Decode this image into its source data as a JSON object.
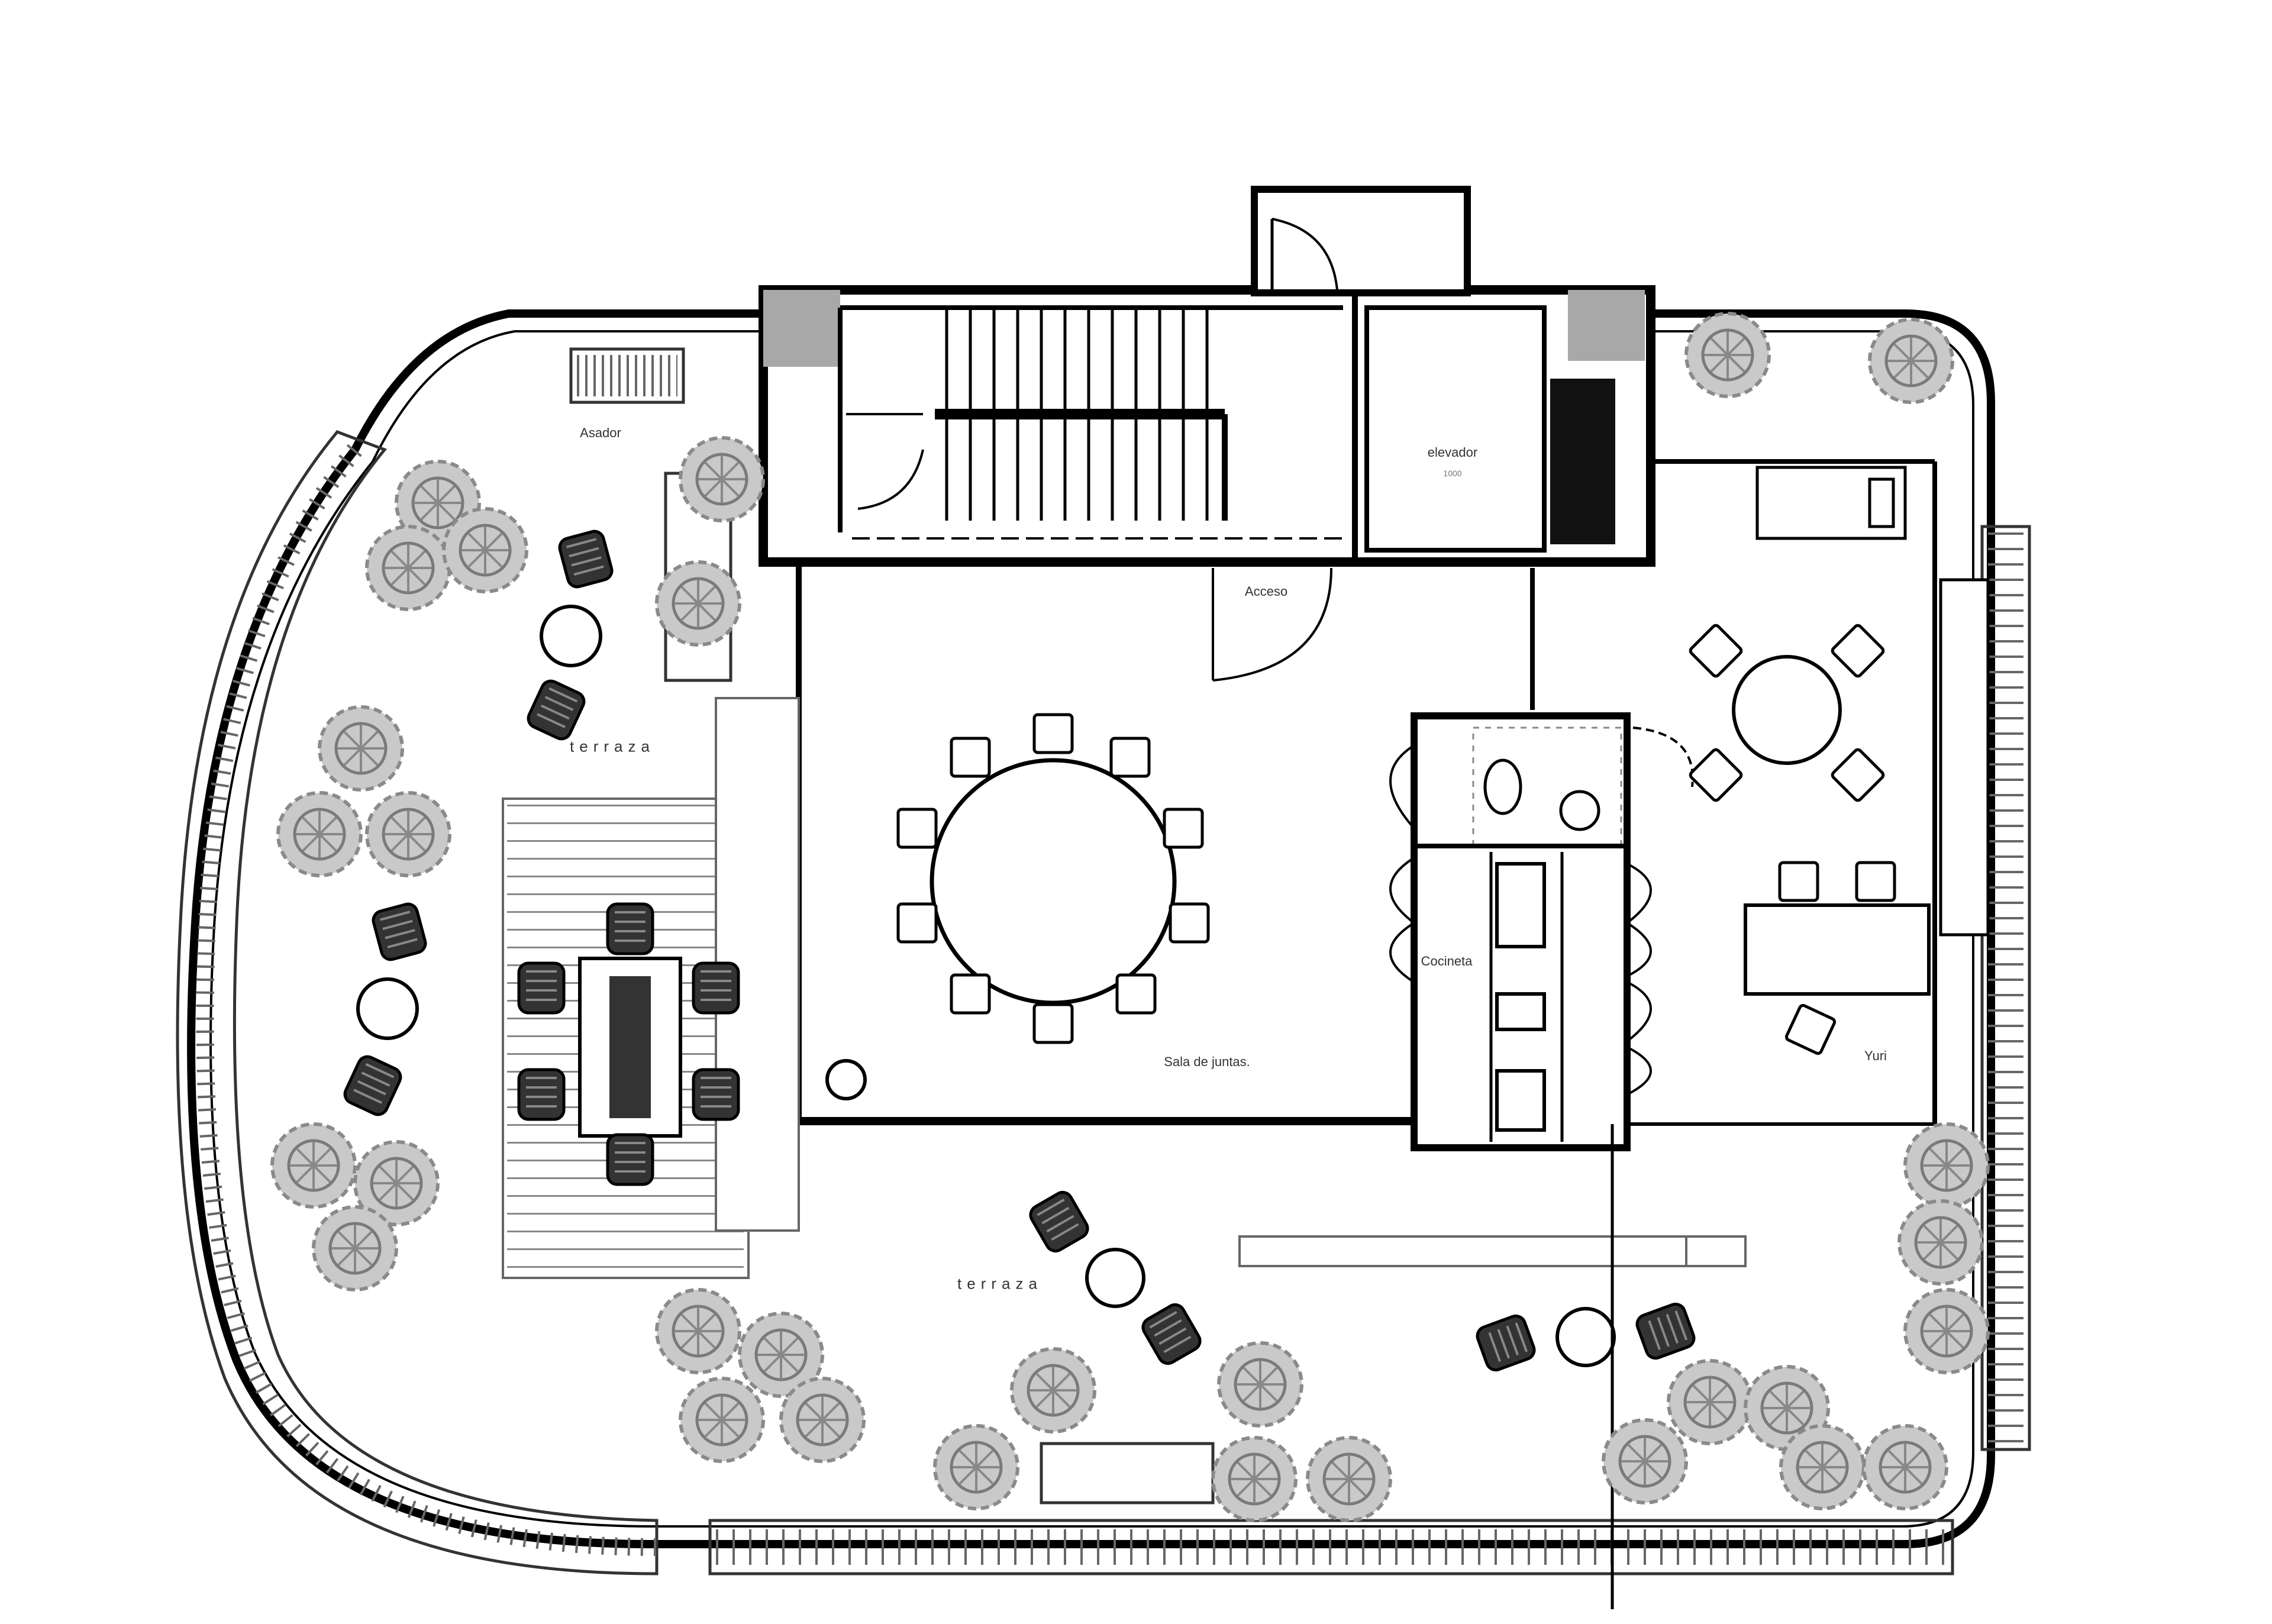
{
  "labels": {
    "asador": "Asador",
    "elevador": "elevador",
    "elevador_sub": "1000",
    "acceso": "Acceso",
    "terraza_west": "terraza",
    "terraza_south": "terraza",
    "cocineta": "Cocineta",
    "sala_juntas": "Sala de juntas.",
    "yuri": "Yuri"
  },
  "colors": {
    "wall": "#000000",
    "core_fill": "#a8a8a8",
    "vegetation": "#9a9a9a",
    "line": "#222222"
  }
}
